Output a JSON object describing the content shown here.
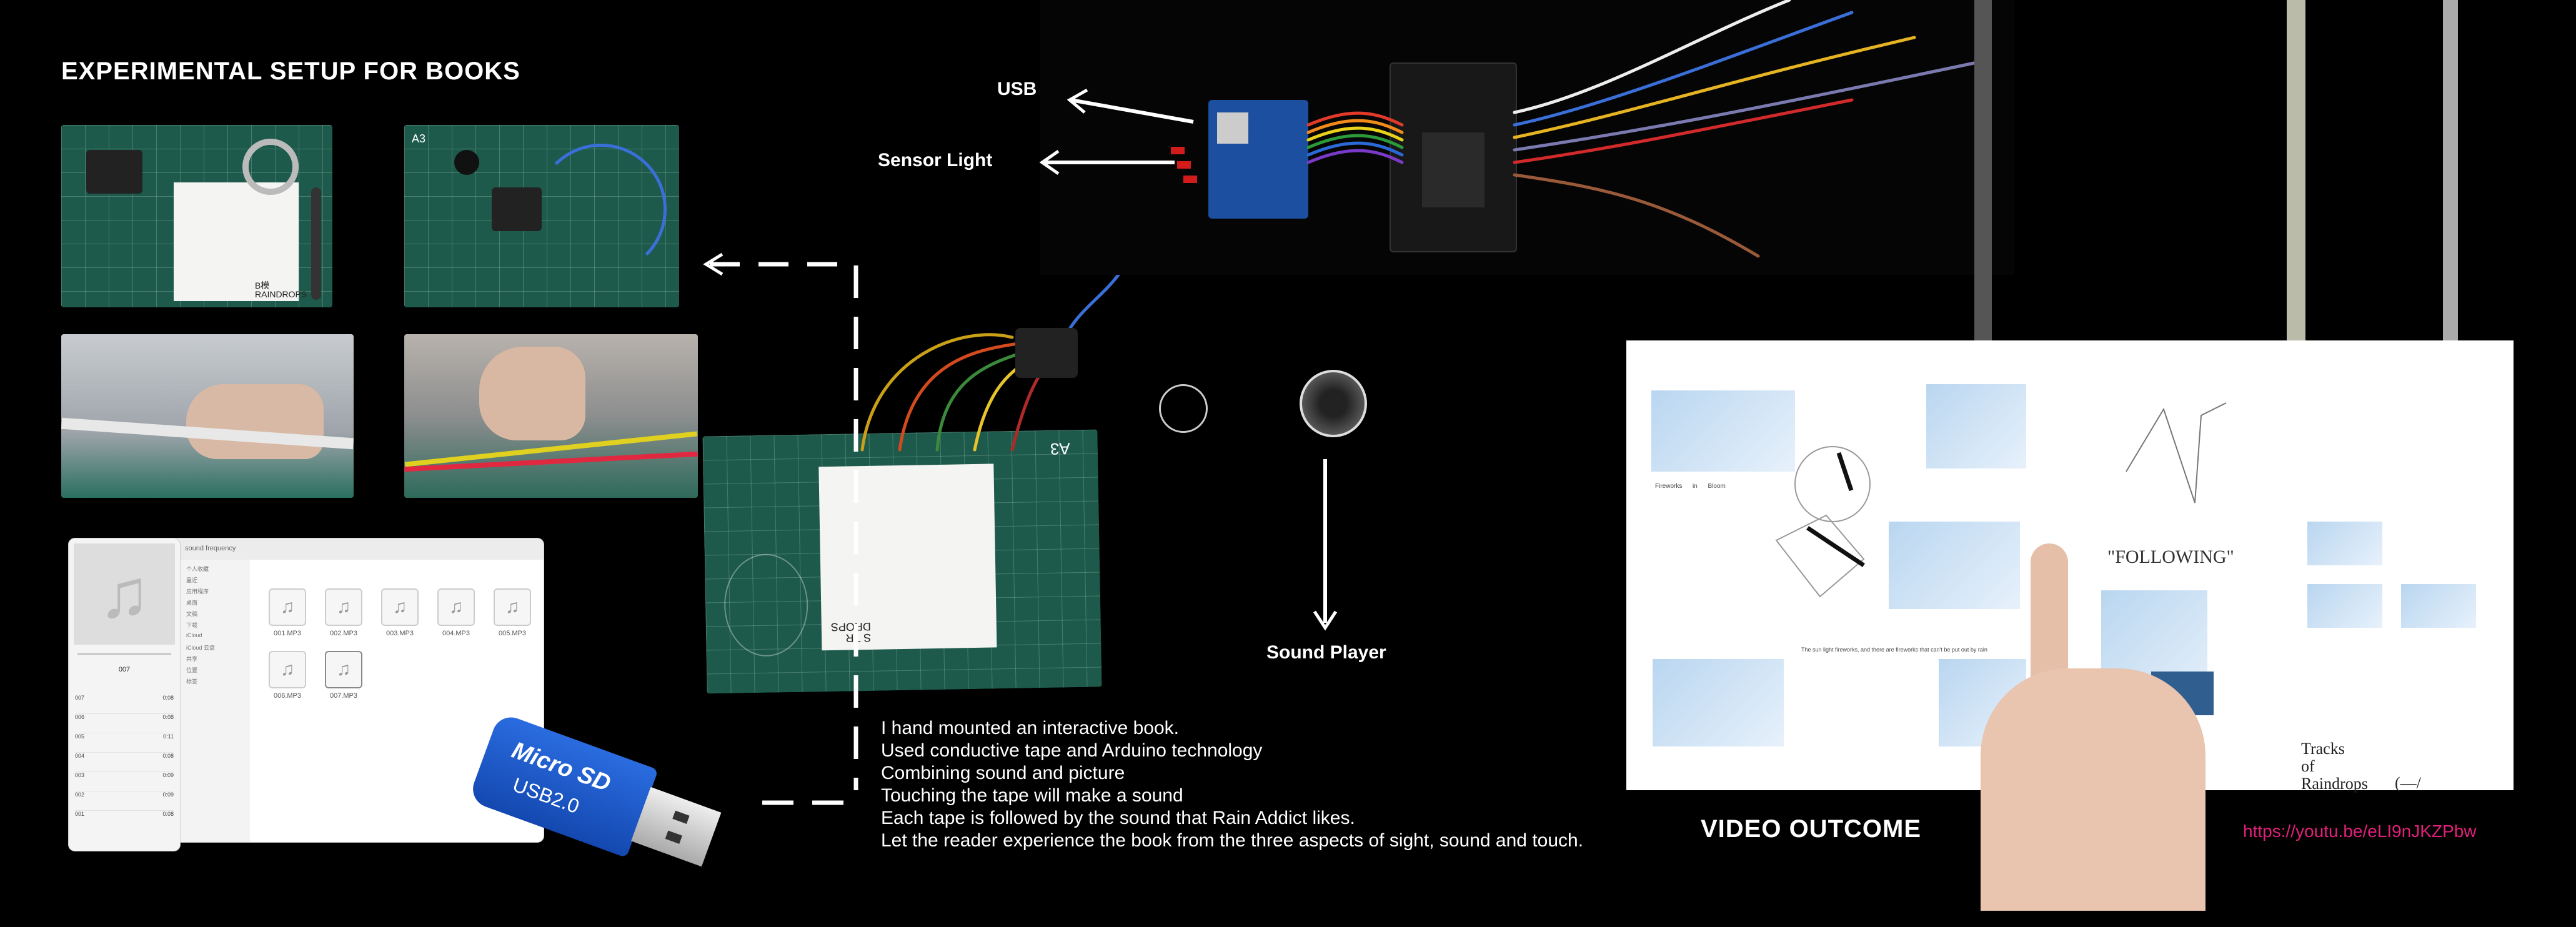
{
  "header": {
    "title": "EXPERIMENTAL SETUP FOR BOOKS"
  },
  "setup_photos": {
    "mat_label": "A3",
    "paper_text_1": "B模\nRAINDROPS",
    "paper_text_2": "S TR\nDROPS"
  },
  "diagram": {
    "usb_label": "USB",
    "sensor_label": "Sensor Light",
    "sound_label": "Sound Player"
  },
  "finder": {
    "window_title": "sound frequency",
    "sidebar_groups": [
      "个人收藏",
      "iCloud",
      "位置"
    ],
    "sidebar_items": [
      "最近",
      "应用程序",
      "桌面",
      "文稿",
      "下载",
      "iCloud 云盘",
      "共享",
      "标签"
    ],
    "files": [
      {
        "name": "001.MP3"
      },
      {
        "name": "002.MP3"
      },
      {
        "name": "003.MP3"
      },
      {
        "name": "004.MP3"
      },
      {
        "name": "005.MP3"
      },
      {
        "name": "006.MP3"
      },
      {
        "name": "007.MP3"
      }
    ],
    "music_app": {
      "track": "007",
      "rows": [
        {
          "n": "007",
          "t": "0:08"
        },
        {
          "n": "006",
          "t": "0:08"
        },
        {
          "n": "005",
          "t": "0:11"
        },
        {
          "n": "004",
          "t": "0:08"
        },
        {
          "n": "003",
          "t": "0:09"
        },
        {
          "n": "002",
          "t": "0:09"
        },
        {
          "n": "001",
          "t": "0:08"
        }
      ]
    }
  },
  "usb_stick": {
    "brand": "Micro SD",
    "model": "USB2.0"
  },
  "description": {
    "lines": [
      "I hand mounted an interactive book.",
      "Used conductive tape and Arduino technology",
      "Combining sound and picture",
      "Touching the tape will make a sound",
      "Each tape is followed by the sound that Rain Addict likes.",
      "Let the reader experience the book from the three aspects of sight, sound and touch."
    ]
  },
  "book": {
    "left_caption": "Fireworks      in      Bloom",
    "left_body": "The sun light fireworks, and there are fireworks that can't be put out by rain",
    "right_heading": "\"FOLLOWING\"",
    "right_title_1": "Tracks",
    "right_title_2": "of",
    "right_title_3": "Raindrops",
    "right_arrow": "(—/"
  },
  "outcome": {
    "title": "VIDEO OUTCOME",
    "link": "https://youtu.be/eLI9nJKZPbw",
    "link_color": "#e0207a"
  }
}
